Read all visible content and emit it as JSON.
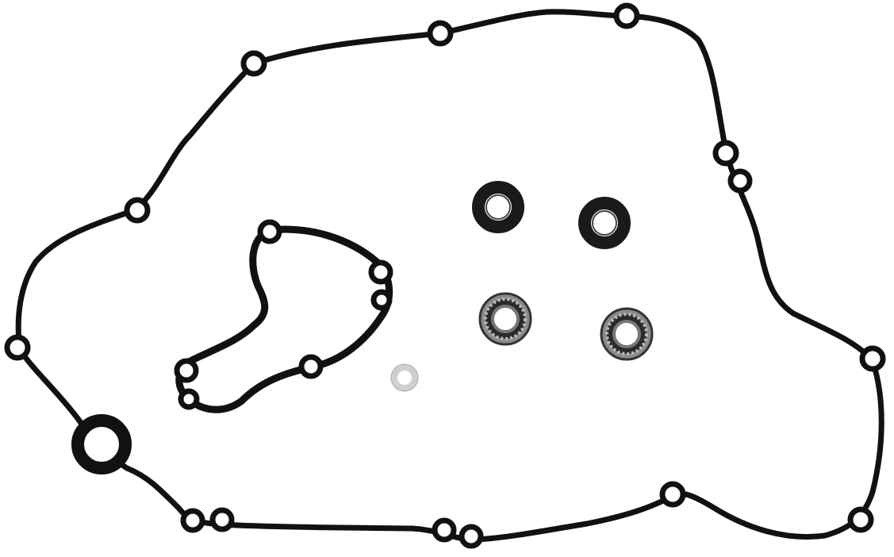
{
  "image": {
    "subject": "gasket-kit",
    "colors": {
      "background": "#ffffff",
      "gasket": "#111111",
      "seal": "#1a1a1a",
      "bearing_outer": "#8a8a8a",
      "washer": "#cfcfcf"
    },
    "parts": [
      "cover-gasket",
      "water-pump-gasket",
      "oil-seal",
      "oil-seal",
      "bearing",
      "bearing",
      "washer"
    ]
  }
}
